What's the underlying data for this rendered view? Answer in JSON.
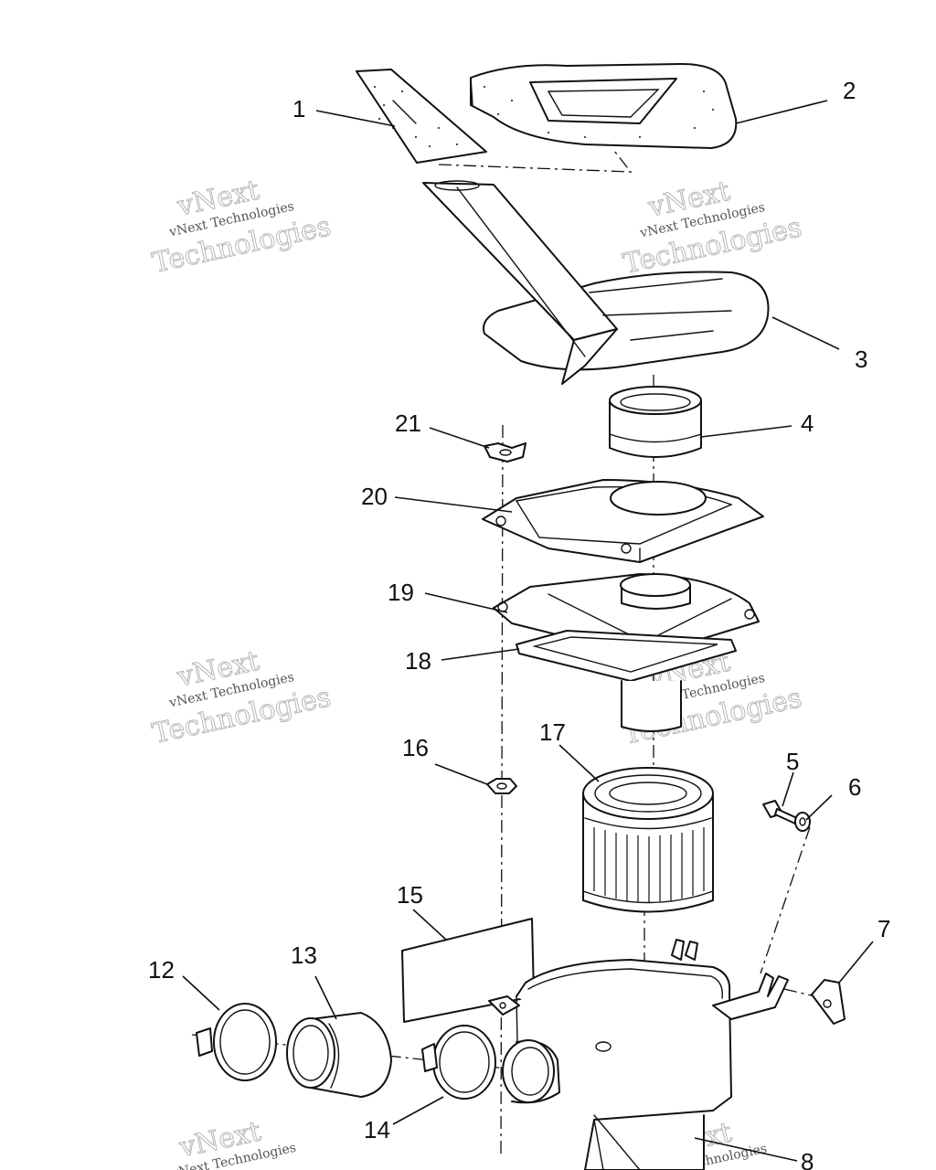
{
  "callouts": [
    {
      "id": "1",
      "label": "1"
    },
    {
      "id": "2",
      "label": "2"
    },
    {
      "id": "3",
      "label": "3"
    },
    {
      "id": "4",
      "label": "4"
    },
    {
      "id": "5",
      "label": "5"
    },
    {
      "id": "6",
      "label": "6"
    },
    {
      "id": "7",
      "label": "7"
    },
    {
      "id": "8",
      "label": "8"
    },
    {
      "id": "12",
      "label": "12"
    },
    {
      "id": "13",
      "label": "13"
    },
    {
      "id": "14",
      "label": "14"
    },
    {
      "id": "15",
      "label": "15"
    },
    {
      "id": "16",
      "label": "16"
    },
    {
      "id": "17",
      "label": "17"
    },
    {
      "id": "18",
      "label": "18"
    },
    {
      "id": "19",
      "label": "19"
    },
    {
      "id": "20",
      "label": "20"
    },
    {
      "id": "21",
      "label": "21"
    }
  ],
  "watermark": {
    "line1": "vNext",
    "line2": "vNext Technologies",
    "line3": "Technologies"
  },
  "colors": {
    "ink": "#111111",
    "paper": "#ffffff",
    "watermark": "#b7b7b7"
  }
}
